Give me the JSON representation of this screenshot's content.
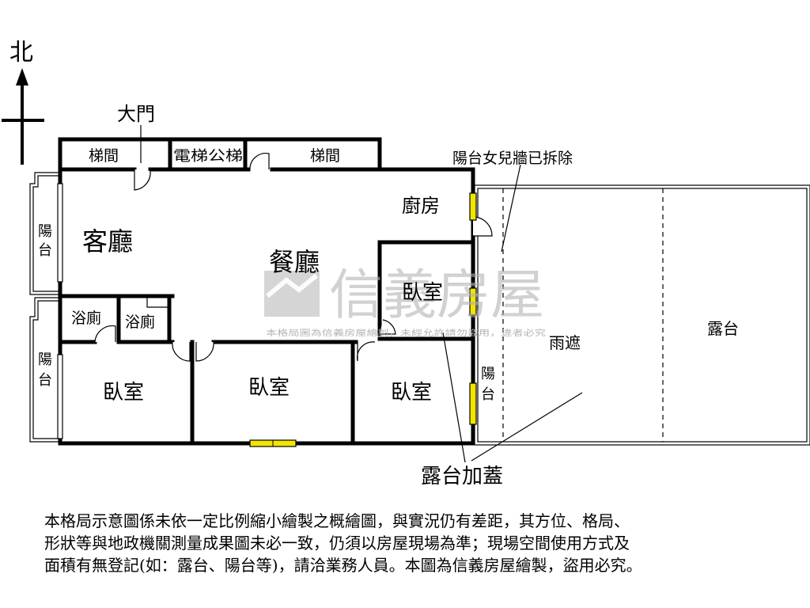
{
  "compass": {
    "north_label": "北"
  },
  "labels": {
    "main_door": "大門",
    "stair_left": "梯間",
    "elevator": "電梯公梯",
    "stair_right": "梯間",
    "kitchen": "廚房",
    "living_room": "客廳",
    "dining_room": "餐廳",
    "bedroom_center": "臥室",
    "bath_1": "浴廁",
    "bath_2": "浴廁",
    "bedroom_sw": "臥室",
    "bedroom_s": "臥室",
    "bedroom_se": "臥室",
    "balcony_top_1": "陽",
    "balcony_top_2": "台",
    "balcony_bottom_1": "陽",
    "balcony_bottom_2": "台",
    "balcony_right_1": "陽",
    "balcony_right_2": "台",
    "rain_cover": "雨遮",
    "terrace": "露台",
    "parapet_note": "陽台女兒牆已拆除",
    "terrace_addition": "露台加蓋"
  },
  "watermark": {
    "brand": "信義房屋",
    "notice": "本格局圖為信義房屋繪製，未經允許請勿盜用，違者必究"
  },
  "colors": {
    "window_yellow": "#f2e600",
    "wall": "#000000",
    "watermark_gray": "#b3b3b3"
  },
  "disclaimer": [
    "本格局示意圖係未依一定比例縮小繪製之概繪圖，與實況仍有差距，其方位、格局、",
    "形狀等與地政機關測量成果圖未必一致，仍須以房屋現場為準；現場空間使用方式及",
    "面積有無登記(如：露台、陽台等)，請洽業務人員。本圖為信義房屋繪製，盜用必究。"
  ]
}
